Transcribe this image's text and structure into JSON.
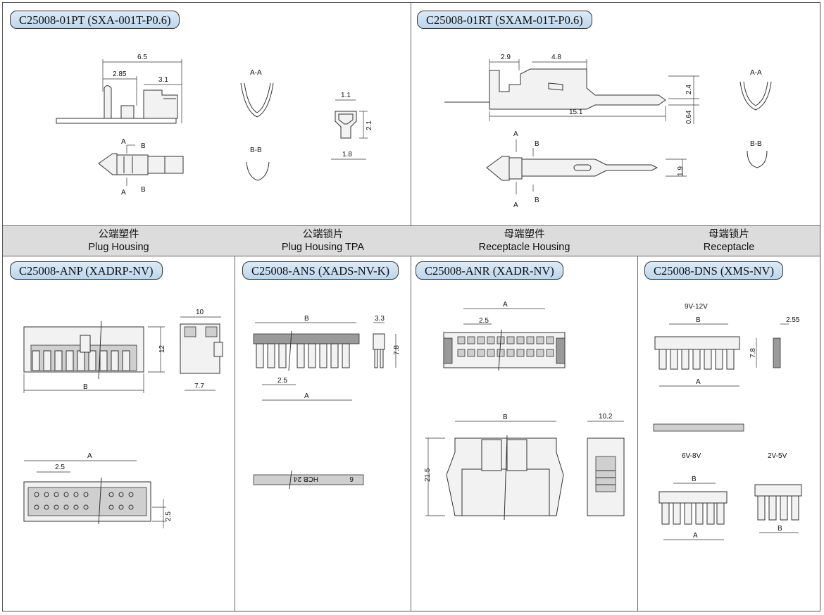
{
  "terminals": {
    "plug_terminal": {
      "title": "C25008-01PT (SXA-001T-P0.6)",
      "dims": {
        "d1": "6.5",
        "d2": "2.85",
        "d3": "3.1",
        "d4": "1.1",
        "d5": "2.1",
        "d6": "1.8"
      },
      "labels": {
        "aa": "A-A",
        "bb": "B-B",
        "a": "A",
        "b": "B"
      }
    },
    "receptacle_terminal": {
      "title": "C25008-01RT (SXAM-01T-P0.6)",
      "dims": {
        "d1": "2.9",
        "d2": "4.8",
        "d3": "15.1",
        "d4": "2.4",
        "d5": "0.64",
        "d6": "1.9"
      },
      "labels": {
        "aa": "A-A",
        "bb": "B-B",
        "a": "A",
        "b": "B"
      }
    }
  },
  "headers": [
    {
      "cn": "公端塑件",
      "en": "Plug Housing"
    },
    {
      "cn": "公端锁片",
      "en": "Plug Housing TPA"
    },
    {
      "cn": "母端塑件",
      "en": "Receptacle Housing"
    },
    {
      "cn": "母端锁片",
      "en": "Receptacle"
    }
  ],
  "plug_housing": {
    "title": "C25008-ANP (XADRP-NV)",
    "dims": {
      "d1": "10",
      "d2": "12",
      "d3": "7.7",
      "d4": "B",
      "d5": "A",
      "d6": "2.5",
      "d7": "2.5"
    }
  },
  "plug_tpa": {
    "title": "C25008-ANS (XADS-NV-K)",
    "dims": {
      "d1": "B",
      "d2": "3.3",
      "d3": "7.8",
      "d4": "2.5",
      "d5": "A"
    },
    "marks": {
      "m1": "HCB 24",
      "m2": "6"
    }
  },
  "receptacle_housing": {
    "title": "C25008-ANR (XADR-NV)",
    "dims": {
      "d1": "A",
      "d2": "2.5",
      "d3": "B",
      "d4": "10.2",
      "d5": "21.5"
    }
  },
  "receptacle": {
    "title": "C25008-DNS (XMS-NV)",
    "dims": {
      "d1": "9V-12V",
      "d2": "B",
      "d3": "2.55",
      "d4": "7.8",
      "d5": "A",
      "d6": "6V-8V",
      "d7": "2V-5V",
      "d8": "B",
      "d9": "A",
      "d10": "B"
    }
  }
}
